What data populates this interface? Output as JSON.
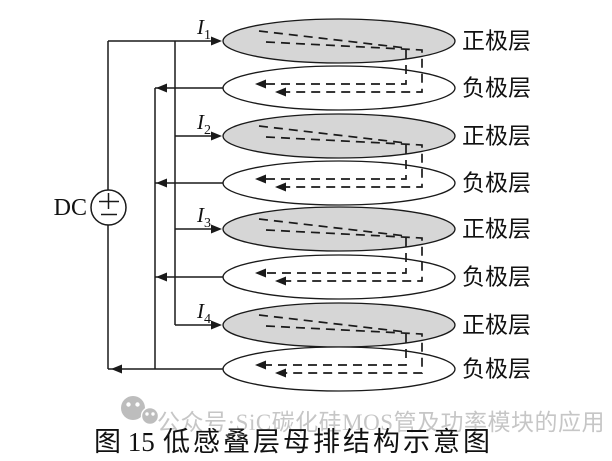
{
  "figure_caption": {
    "label": "图 15",
    "title": "低感叠层母排结构示意图"
  },
  "dc_source": {
    "label": "DC",
    "plus_symbol": "+",
    "minus_symbol": "−"
  },
  "currents": [
    {
      "name": "I",
      "sub": "1"
    },
    {
      "name": "I",
      "sub": "2"
    },
    {
      "name": "I",
      "sub": "3"
    },
    {
      "name": "I",
      "sub": "4"
    }
  ],
  "layers": [
    {
      "index": 1,
      "type": "positive",
      "label": "正极层"
    },
    {
      "index": 2,
      "type": "negative",
      "label": "负极层"
    },
    {
      "index": 3,
      "type": "positive",
      "label": "正极层"
    },
    {
      "index": 4,
      "type": "negative",
      "label": "负极层"
    },
    {
      "index": 5,
      "type": "positive",
      "label": "正极层"
    },
    {
      "index": 6,
      "type": "negative",
      "label": "负极层"
    },
    {
      "index": 7,
      "type": "positive",
      "label": "正极层"
    },
    {
      "index": 8,
      "type": "negative",
      "label": "负极层"
    }
  ],
  "watermark": {
    "icon": "wechat-icon",
    "text": "公众号·SiC碳化硅MOS管及功率模块的应用"
  },
  "icons": {
    "plus": "plus-symbol",
    "minus": "minus-symbol",
    "wechat": "wechat-icon"
  },
  "colors": {
    "positive_layer_fill": "#d6d6d6",
    "negative_layer_fill": "#ffffff",
    "line": "#1a1a1a",
    "watermark_gray": "#c6c6c6"
  }
}
